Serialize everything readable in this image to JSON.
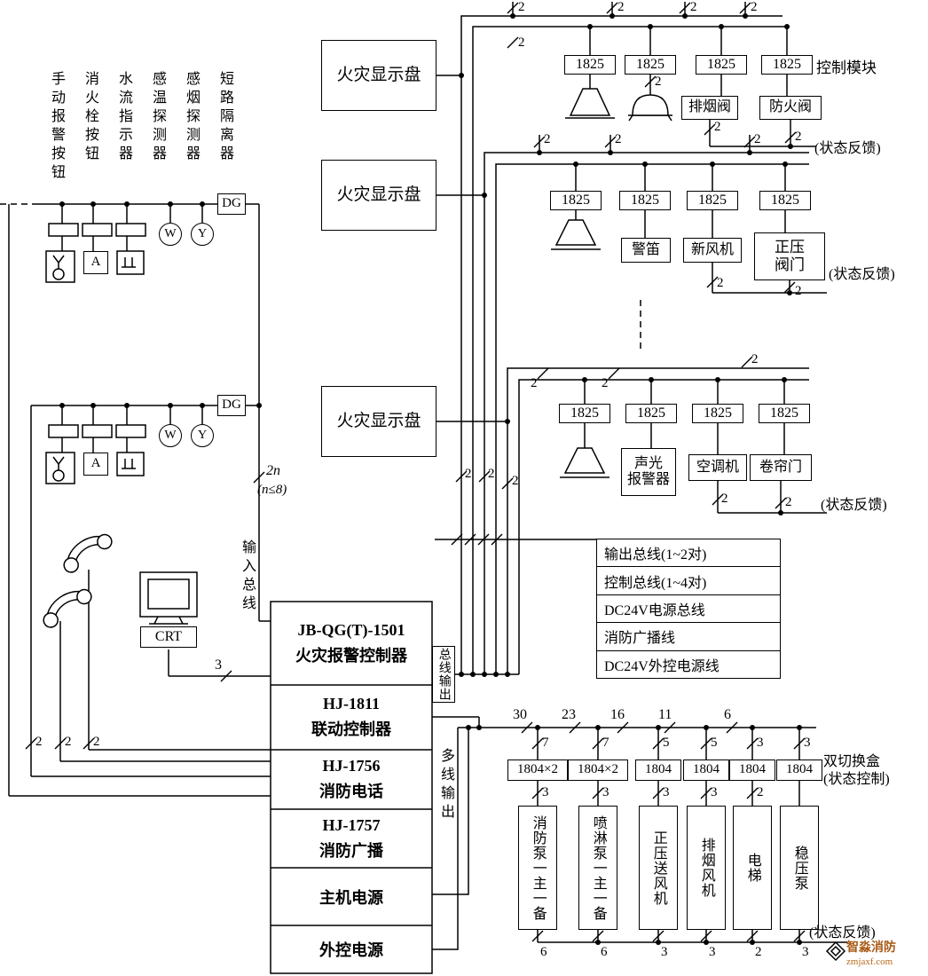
{
  "left_labels": [
    "手动报警按钮",
    "消火栓按钮",
    "水流指示器",
    "感温探测器",
    "感烟探测器",
    "短路隔离器"
  ],
  "symbols": {
    "dg": "DG",
    "hydrant_button": "A",
    "heat_detector": "W",
    "smoke_detector": "Y"
  },
  "crt": "CRT",
  "input_bus": "输入总线",
  "loop_count": "2n",
  "loop_note": "(n≤8)",
  "crt_wire_label": "3",
  "wire_label_2": "2",
  "display_panel": "火灾显示盘",
  "module_1825": "1825",
  "control_module_label": "控制模块",
  "status_feedback": "(状态反馈)",
  "devices_row1": [
    {
      "label": "排烟阀"
    },
    {
      "label": "防火阀"
    }
  ],
  "devices_row2": [
    {
      "label": "警笛"
    },
    {
      "label": "新风机"
    },
    {
      "label": "正压",
      "label2": "阀门"
    }
  ],
  "devices_row3": [
    {
      "label": "声光",
      "label2": "报警器"
    },
    {
      "label": "空调机"
    },
    {
      "label": "卷帘门"
    }
  ],
  "controller_sections": [
    {
      "line1": "JB-QG(T)-1501",
      "line2": "火灾报警控制器"
    },
    {
      "line1": "HJ-1811",
      "line2": "联动控制器"
    },
    {
      "line1": "HJ-1756",
      "line2": "消防电话"
    },
    {
      "line1": "HJ-1757",
      "line2": "消防广播"
    },
    {
      "line1": "主机电源"
    },
    {
      "line1": "外控电源"
    }
  ],
  "bus_output": "总线输出",
  "multi_output": "多线输出",
  "legend_rows": [
    "输出总线(1~2对)",
    "控制总线(1~4对)",
    "DC24V电源总线",
    "消防广播线",
    "DC24V外控电源线"
  ],
  "bottom": {
    "segment_numbers": [
      "30",
      "23",
      "16",
      "11",
      "6"
    ],
    "drop_numbers": [
      "7",
      "7",
      "5",
      "5",
      "3",
      "3"
    ],
    "module_boxes": [
      "1804×2",
      "1804×2",
      "1804",
      "1804",
      "1804",
      "1804"
    ],
    "switch_box_label": "双切换盒",
    "switch_box_note": "(状态控制)",
    "equip_drop_numbers": [
      "3",
      "3",
      "3",
      "3",
      "2"
    ],
    "equipment": [
      "消防泵一主一备",
      "喷淋泵一主一备",
      "正压送风机",
      "排烟风机",
      "电梯",
      "稳压泵"
    ],
    "feedback_numbers": [
      "6",
      "6",
      "3",
      "3",
      "2",
      "3"
    ],
    "status_feedback": "(状态反馈)"
  },
  "watermark": {
    "line1": "智淼消防",
    "line2": "zmjaxf.com",
    "color": "#e2611b"
  }
}
